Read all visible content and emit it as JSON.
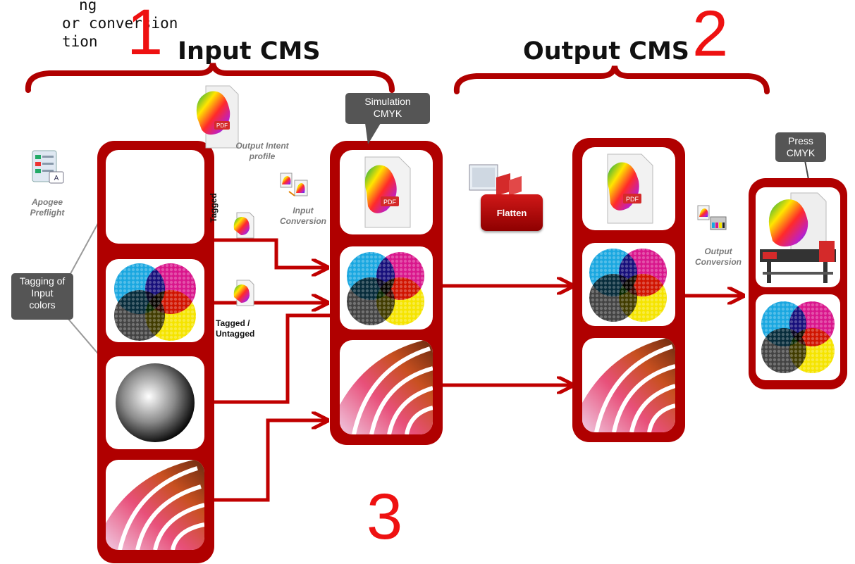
{
  "top_note": {
    "line1": "ng",
    "line2": "or conversion",
    "line3": "tion"
  },
  "sections": {
    "input": {
      "number": "1",
      "title": "Input CMS"
    },
    "output": {
      "number": "2",
      "title": "Output CMS"
    },
    "bottom_number": "3"
  },
  "callouts": {
    "simulation": "Simulation CMYK",
    "press": "Press CMYK",
    "tagging": "Tagging of Input colors"
  },
  "labels": {
    "output_intent": "Output Intent profile",
    "apogee_preflight": "Apogee Preflight",
    "input_conversion": "Input Conversion",
    "output_conversion": "Output Conversion",
    "tagged": "Tagged",
    "tagged_untagged": "Tagged / Untagged",
    "flatten": "Flatten",
    "pdf": "PDF"
  },
  "colors": {
    "column_red": "#b00000",
    "arrow_red": "#c00000",
    "number_red": "#ee1111",
    "callout_gray": "#555555",
    "cyan": "#1aa7e0",
    "magenta": "#d9168c",
    "yellow": "#f5e400",
    "black": "#222222"
  }
}
